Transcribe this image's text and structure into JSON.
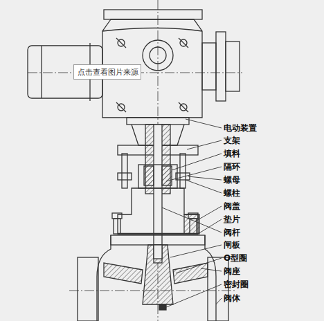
{
  "diagram": {
    "nodes": [
      {
        "text": [
          "点击查看图片来源"
        ]
      }
    ],
    "labels": [
      "电动装置",
      "支架",
      "填料",
      "隔环",
      "螺母",
      "螺柱",
      "阀盖",
      "垫片",
      "阀杆",
      "闸板",
      "O型圈",
      "阀座",
      "密封圈",
      "阀体"
    ]
  }
}
